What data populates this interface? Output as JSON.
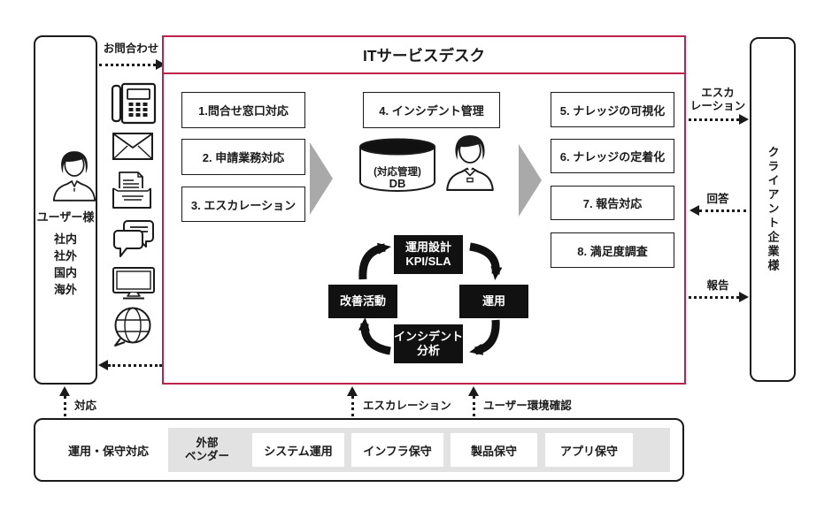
{
  "colors": {
    "accent": "#bf2248",
    "ink": "#1a1a1a",
    "flow_gray": "#a9a9a9",
    "vendor_gray": "#e2e2e2"
  },
  "user_panel": {
    "title": "ユーザー様",
    "audience": [
      "社内",
      "社外",
      "国内",
      "海外"
    ]
  },
  "channels": {
    "icons": [
      "phone-icon",
      "mail-icon",
      "fax-icon",
      "chat-icon",
      "monitor-icon",
      "web-globe-icon"
    ]
  },
  "flows": {
    "inquiry": "お問合わせ",
    "escalation_to_client": "エスカ\nレーション",
    "answer": "回答",
    "report": "報告",
    "response": "対応",
    "escalation_up": "エスカレーション",
    "env_check": "ユーザー環境確認"
  },
  "service_desk": {
    "title": "ITサービスデスク",
    "front_tasks": [
      "1.問合せ窓口対応",
      "2. 申請業務対応",
      "3. エスカレーション"
    ],
    "incident_management": "4. インシデント管理",
    "db": {
      "line1": "(対応管理)",
      "line2": "DB"
    },
    "back_tasks": [
      "5. ナレッジの可視化",
      "6. ナレッジの定着化",
      "7. 報告対応",
      "8. 満足度調査"
    ],
    "cycle": {
      "plan": "運用設計\nKPI/SLA",
      "run": "運用",
      "analysis": "インシデント\n分析",
      "improve": "改善活動"
    }
  },
  "client_panel": {
    "title": "クライアント企業様"
  },
  "maintenance": {
    "title": "運用・保守対応",
    "vendor": "外部\nベンダー",
    "services": [
      "システム運用",
      "インフラ保守",
      "製品保守",
      "アプリ保守"
    ]
  }
}
